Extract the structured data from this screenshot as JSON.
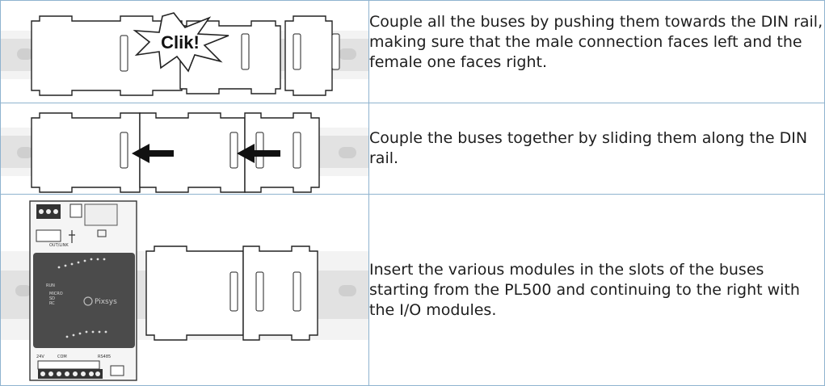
{
  "steps": [
    {
      "text": "Couple all the buses by pushing them towards the DIN rail, making sure that the male connection faces left and the female one faces right.",
      "callout": "Clik!"
    },
    {
      "text": "Couple the buses together by sliding them along the DIN rail."
    },
    {
      "text": "Insert the various modules in the slots of the buses starting from the PL500 and continuing to the right with the I/O modules.",
      "device": {
        "brand": "Pixsys",
        "terminal_label": "OUT/LINK",
        "status_labels": [
          "RUN",
          "MICRO",
          "SD",
          "RC"
        ],
        "bottom_labels": [
          "24V",
          "COM",
          "RS485"
        ]
      }
    }
  ],
  "colors": {
    "border": "#8fb3cf",
    "bus": "#ffffff",
    "rail": "#f0f0f0",
    "device_body": "#4b4b4b"
  }
}
